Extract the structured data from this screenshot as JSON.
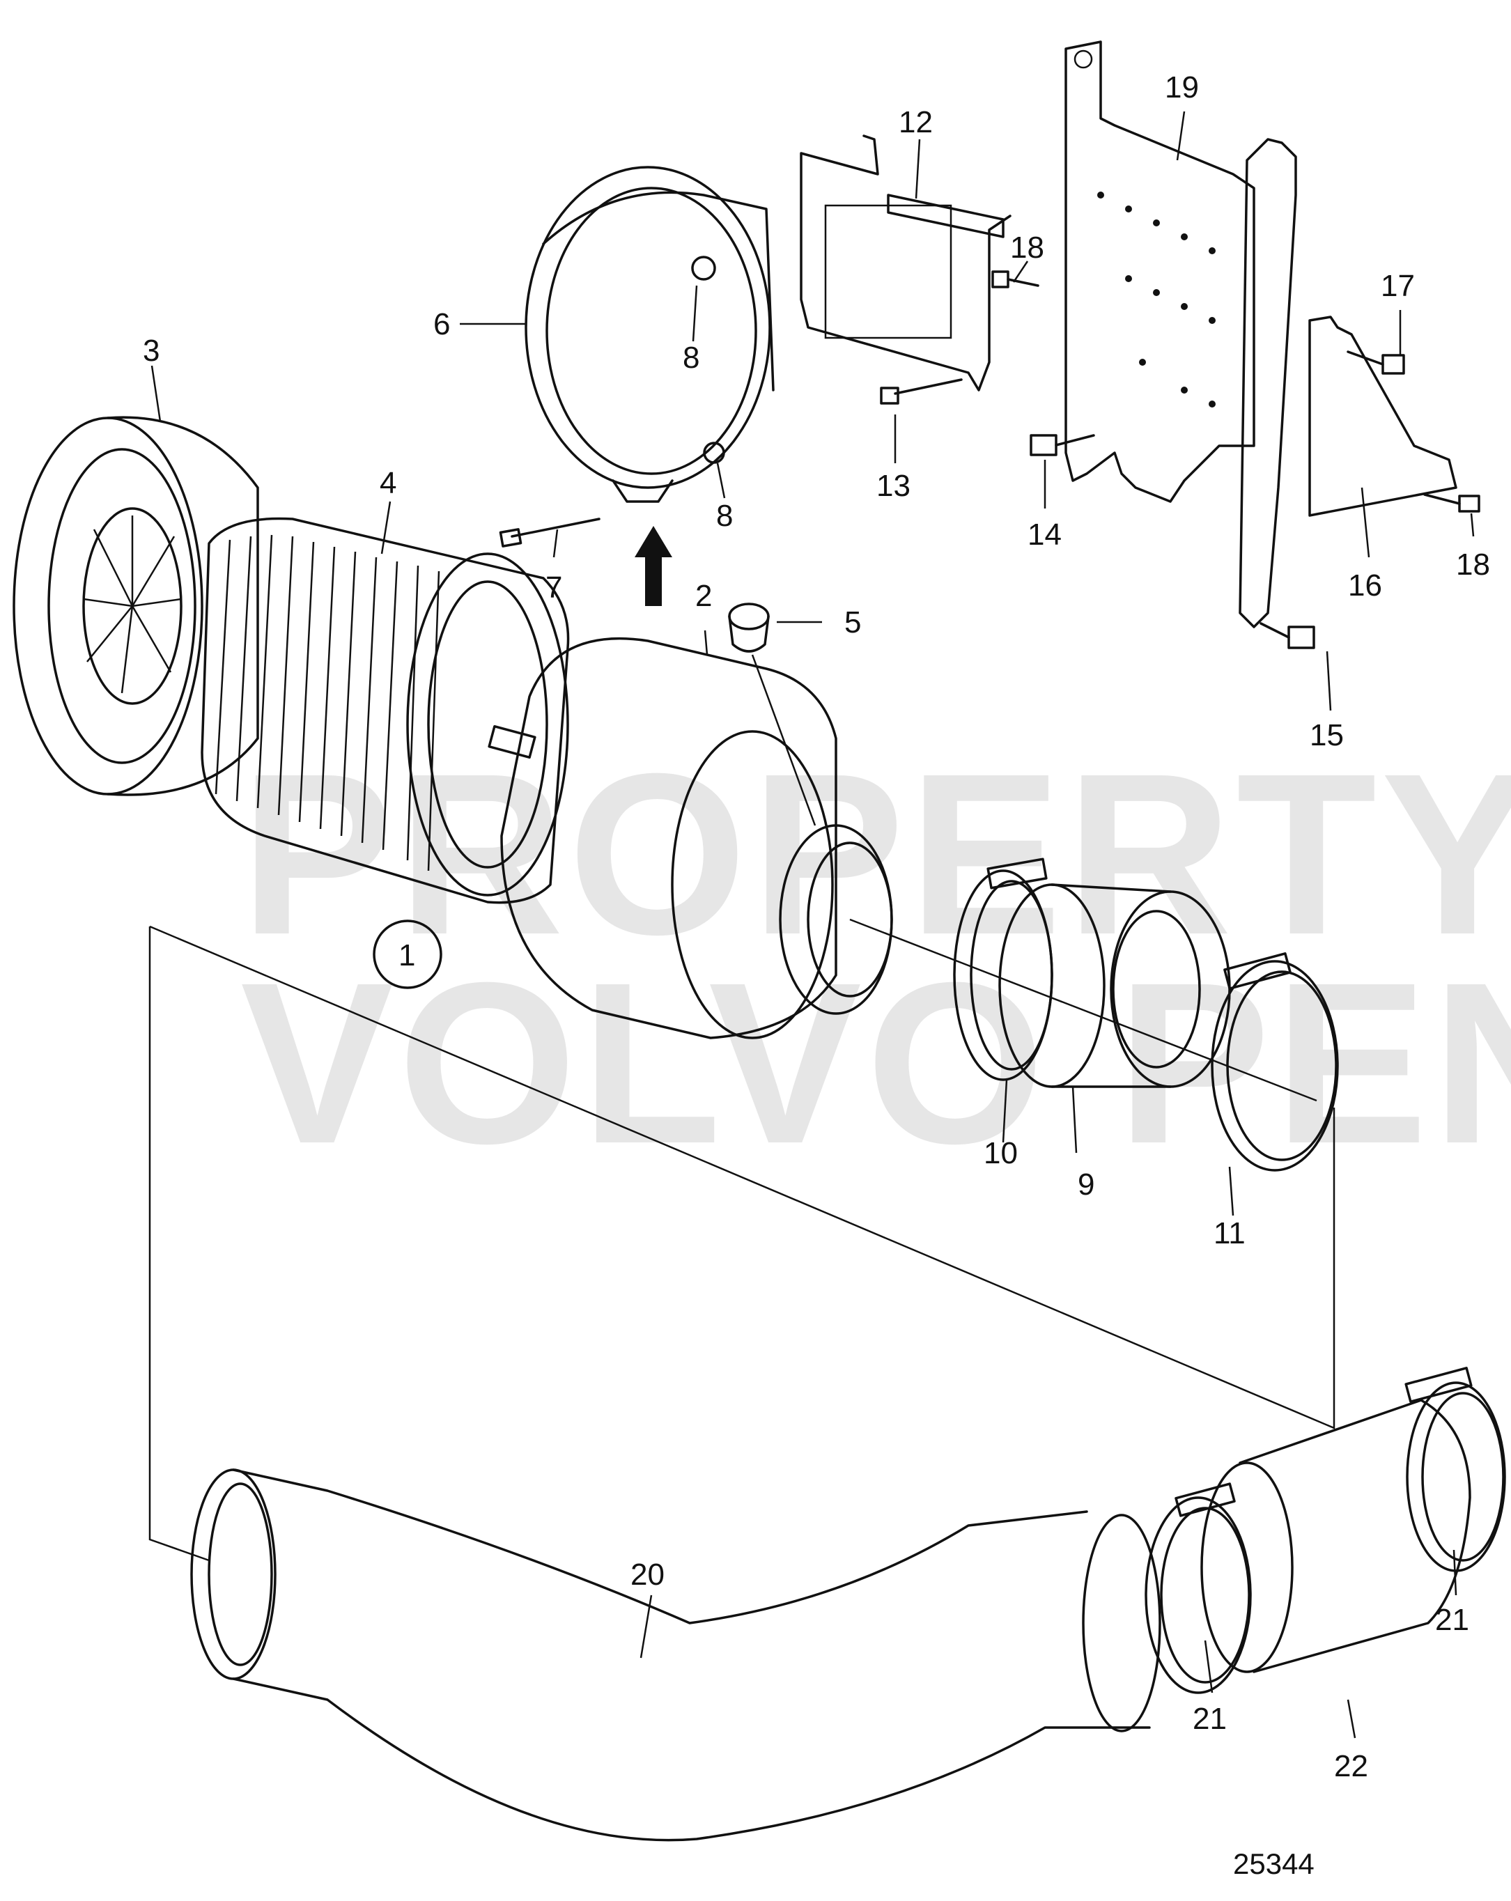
{
  "watermark": {
    "line1": "PROPERTY OF",
    "line2": "VOLVO PENTA"
  },
  "figure_number": "25344",
  "callouts": {
    "c1": "1",
    "c2": "2",
    "c3": "3",
    "c4": "4",
    "c5": "5",
    "c6": "6",
    "c7": "7",
    "c8a": "8",
    "c8b": "8",
    "c9": "9",
    "c10": "10",
    "c11": "11",
    "c12": "12",
    "c13": "13",
    "c14": "14",
    "c15": "15",
    "c16": "16",
    "c17": "17",
    "c18a": "18",
    "c18b": "18",
    "c19": "19",
    "c20": "20",
    "c21a": "21",
    "c21b": "21",
    "c22": "22"
  }
}
